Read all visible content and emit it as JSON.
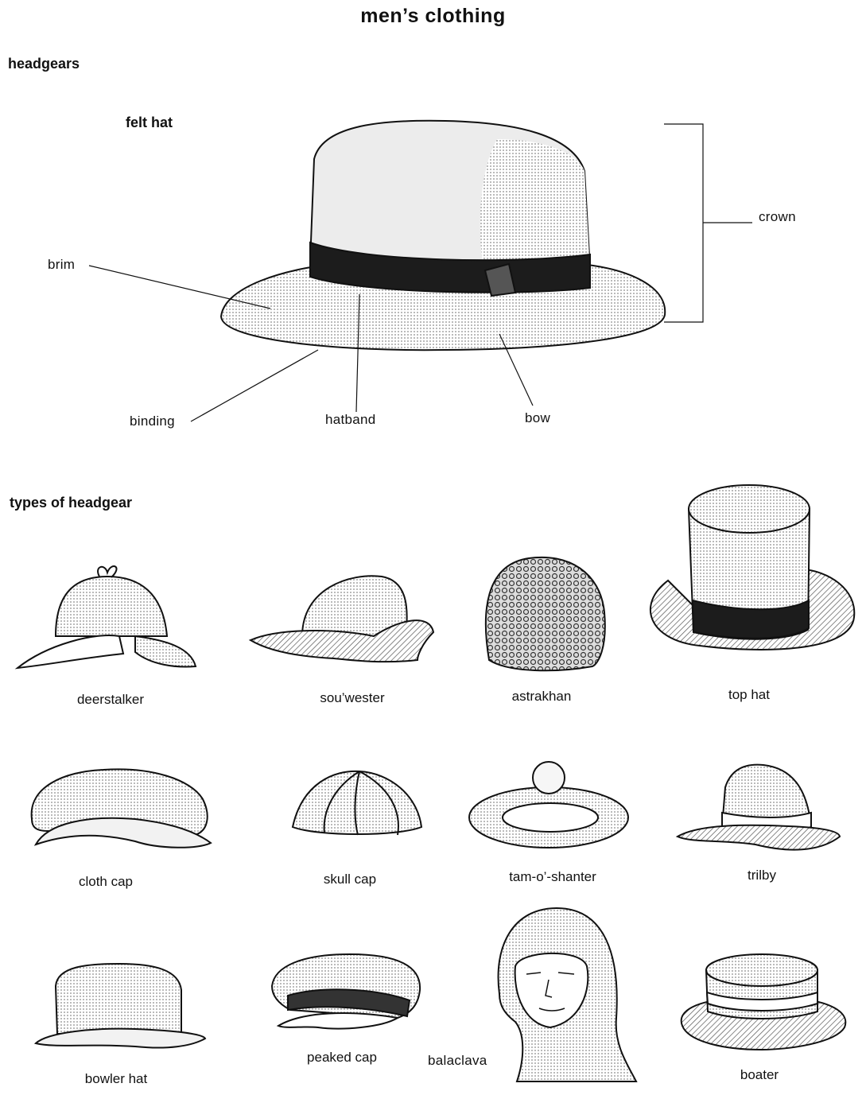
{
  "page": {
    "title": "men’s clothing",
    "section_headgears": "headgears",
    "section_types": "types of headgear"
  },
  "felt_hat": {
    "title": "felt hat",
    "parts": {
      "brim": "brim",
      "crown": "crown",
      "binding": "binding",
      "hatband": "hatband",
      "bow": "bow"
    }
  },
  "types": [
    {
      "name": "deerstalker"
    },
    {
      "name": "sou’wester"
    },
    {
      "name": "astrakhan"
    },
    {
      "name": "top hat"
    },
    {
      "name": "cloth cap"
    },
    {
      "name": "skull cap"
    },
    {
      "name": "tam-o’-shanter"
    },
    {
      "name": "trilby"
    },
    {
      "name": "bowler hat"
    },
    {
      "name": "peaked cap"
    },
    {
      "name": "balaclava"
    },
    {
      "name": "boater"
    }
  ],
  "colors": {
    "ink": "#111111",
    "shade": "#d6d6d6",
    "light": "#eeeeee",
    "band": "#1c1c1c"
  }
}
